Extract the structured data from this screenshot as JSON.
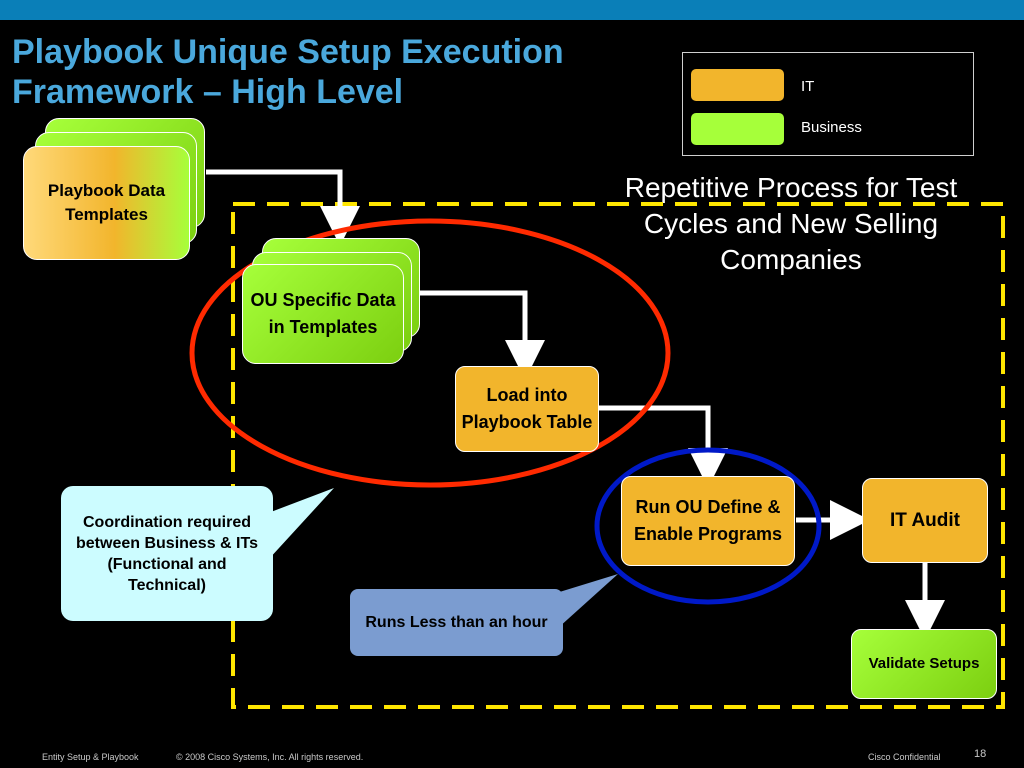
{
  "slide": {
    "title": "Playbook Unique Setup Execution Framework – High Level",
    "repetitive_note": "Repetitive Process for Test Cycles and New Selling Companies"
  },
  "legend": {
    "items": [
      {
        "label": "IT",
        "color": "#f2b52c"
      },
      {
        "label": "Business",
        "color": "#a6ff3a"
      }
    ]
  },
  "nodes": {
    "playbook_templates": "Playbook Data Templates",
    "ou_specific": "OU Specific Data in Templates",
    "load_playbook": "Load into Playbook Table",
    "run_ou": "Run OU Define & Enable Programs",
    "it_audit": "IT Audit",
    "validate": "Validate Setups"
  },
  "callouts": {
    "coordination": "Coordination required between Business & ITs (Functional and Technical)",
    "runs_less": "Runs Less than an hour"
  },
  "colors": {
    "it": "#f2b52c",
    "business": "#a6ff3a",
    "title": "#4aa8dc",
    "top_bar": "#0a7fb8",
    "dashed_region": "#ffe600",
    "red_ellipse": "#ff2a00",
    "blue_ellipse": "#0019c8",
    "coordination_callout": "#ccfcff",
    "runs_callout": "#7b9cd0"
  },
  "footer": {
    "left": "Entity Setup & Playbook",
    "copyright": "© 2008 Cisco Systems, Inc. All rights reserved.",
    "confidential": "Cisco Confidential",
    "page": "18"
  }
}
